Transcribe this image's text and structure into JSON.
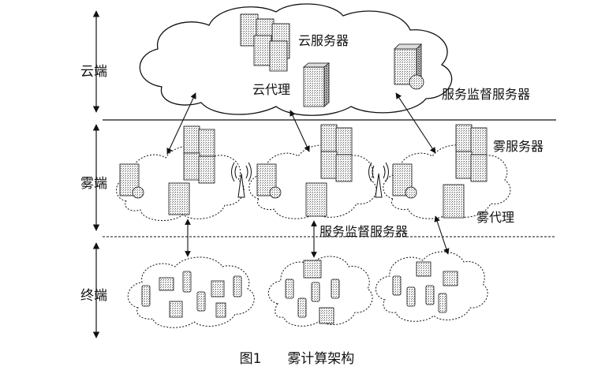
{
  "tiers": {
    "cloud": "云端",
    "fog": "雾端",
    "terminal": "终端"
  },
  "labels": {
    "cloud_server": "云服务器",
    "cloud_proxy": "云代理",
    "monitor_server_cloud": "服务监督服务器",
    "fog_server": "雾服务器",
    "fog_proxy": "雾代理",
    "monitor_server_fog": "服务监督服务器"
  },
  "caption": {
    "number": "图1",
    "title": "雾计算架构"
  }
}
